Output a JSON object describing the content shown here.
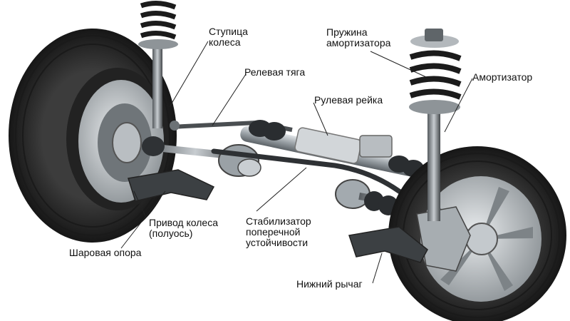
{
  "labels": {
    "hub": [
      "Ступица",
      "колеса"
    ],
    "tie_rod": "Релевая тяга",
    "spring": [
      "Пружина",
      "амортизатора"
    ],
    "shock": "Амортизатор",
    "rack": "Рулевая рейка",
    "drive": [
      "Привод колеса",
      "(полуось)"
    ],
    "stabilizer": [
      "Стабилизатор",
      "поперечной",
      "устойчивости"
    ],
    "ball_joint": "Шаровая опора",
    "lower_arm": "Нижний рычаг"
  },
  "colors": {
    "background": "#ffffff",
    "tire": "#2b2b2b",
    "metal": "#9ea4a8",
    "dark_metal": "#3a3d40",
    "leader": "#222222"
  }
}
